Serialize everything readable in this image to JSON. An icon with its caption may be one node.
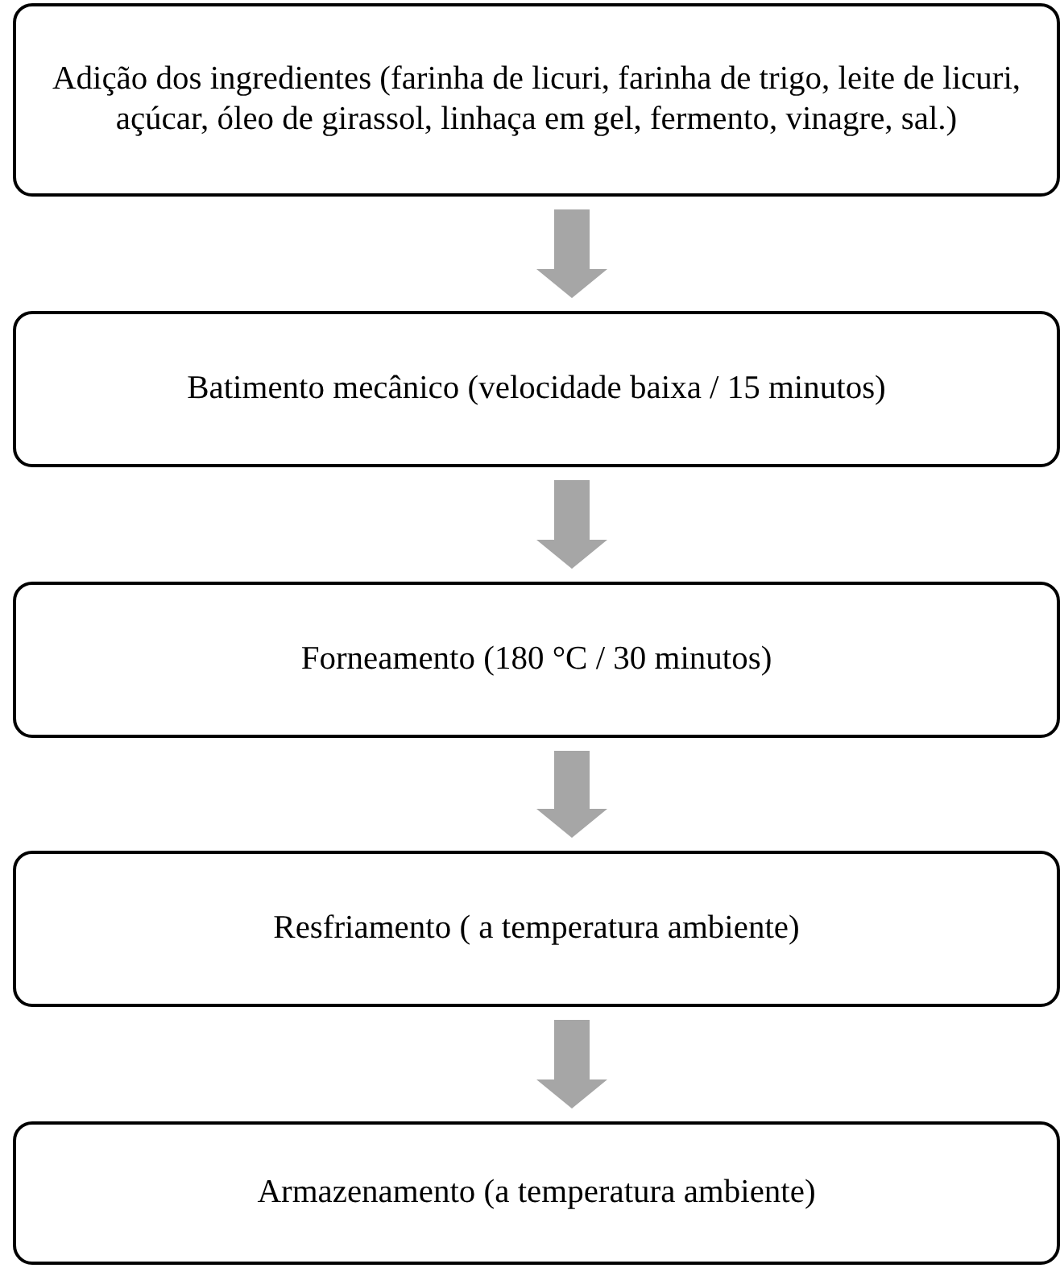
{
  "diagram": {
    "nodes": [
      {
        "text": [
          "Adição dos ingredientes (farinha de licuri, farinha de trigo, leite de licuri, açúcar, óleo de girassol, linhaça em gel, fermento, vinagre, sal.)"
        ]
      },
      {
        "text": [
          "Batimento mecânico (velocidade baixa / 15 minutos)"
        ]
      },
      {
        "text": [
          "Forneamento (180 °C / 30 minutos)"
        ]
      },
      {
        "text": [
          "Resfriamento ( a temperatura ambiente)"
        ]
      },
      {
        "text": [
          "Armazenamento (a temperatura ambiente)"
        ]
      }
    ],
    "edges": [
      {
        "from": 0,
        "to": 1,
        "arrow": "to"
      },
      {
        "from": 1,
        "to": 2,
        "arrow": "to"
      },
      {
        "from": 2,
        "to": 3,
        "arrow": "to"
      },
      {
        "from": 3,
        "to": 4,
        "arrow": "to"
      }
    ]
  }
}
